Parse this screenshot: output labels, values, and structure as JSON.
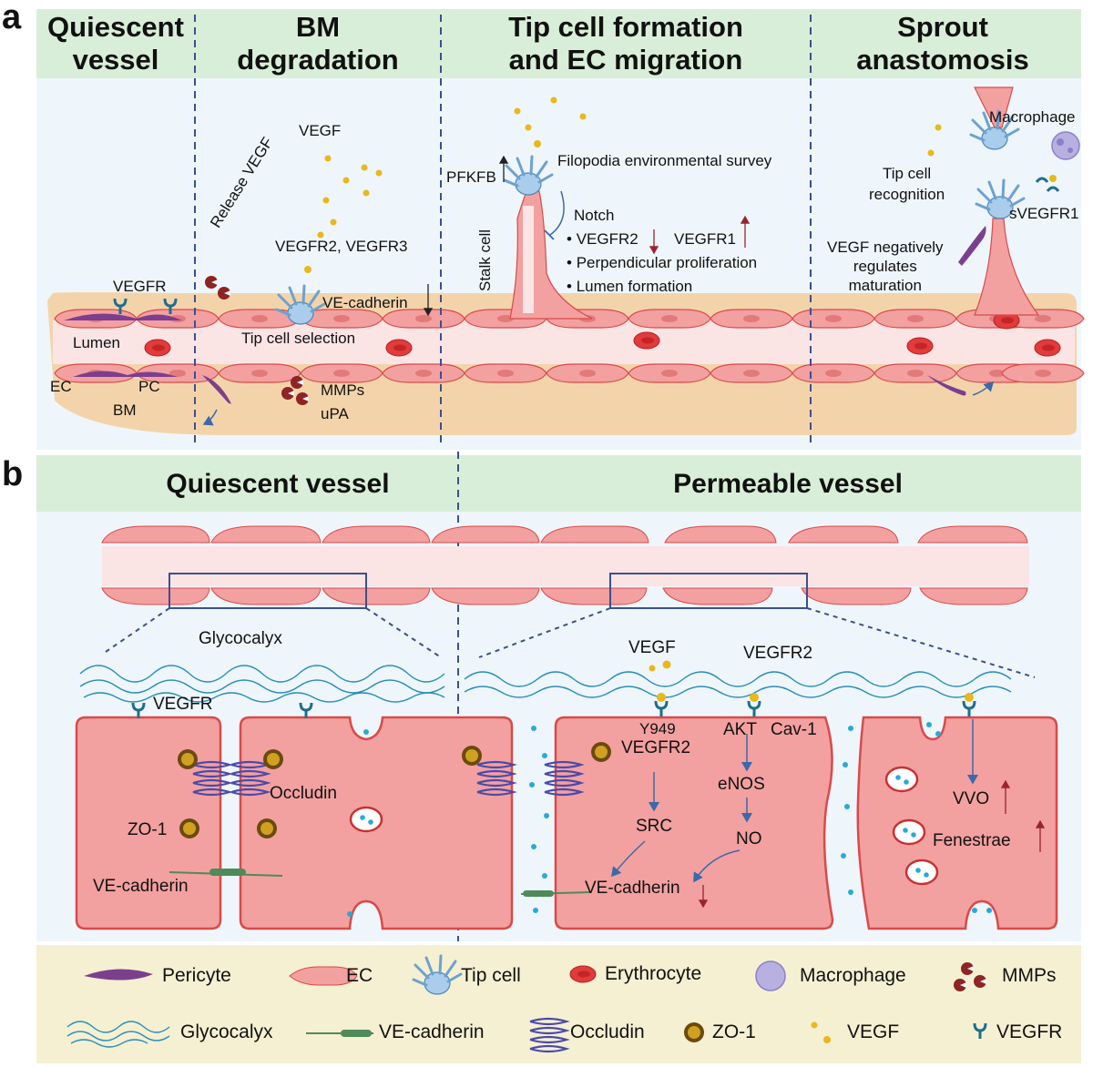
{
  "panel_a": {
    "letter": "a",
    "headers": [
      "Quiescent vessel",
      "BM degradation",
      "Tip cell formation and EC migration",
      "Sprout anastomosis"
    ],
    "header_lines": [
      [
        "Quiescent",
        "vessel"
      ],
      [
        "BM",
        "degradation"
      ],
      [
        "Tip cell formation",
        "and EC migration"
      ],
      [
        "Sprout",
        "anastomosis"
      ]
    ],
    "labels": {
      "vegfr": "VEGFR",
      "lumen": "Lumen",
      "ec": "EC",
      "pc": "PC",
      "bm": "BM",
      "release_vegf": "Release VEGF",
      "vegf": "VEGF",
      "vegfr2_vegfr3": "VEGFR2, VEGFR3",
      "ve_cadherin": "VE-cadherin",
      "tip_cell_selection": "Tip cell selection",
      "mmps": "MMPs",
      "upa": "uPA",
      "pfkfb": "PFKFB",
      "filopodia": "Filopodia environmental survey",
      "stalk_cell": "Stalk cell",
      "notch": "Notch",
      "vegfr2": "VEGFR2",
      "vegfr1": "VEGFR1",
      "perp_prolif": "Perpendicular proliferation",
      "lumen_formation": "Lumen formation",
      "macrophage": "Macrophage",
      "tip_cell_recognition_1": "Tip cell",
      "tip_cell_recognition_2": "recognition",
      "svegfr1": "sVEGFR1",
      "vegf_neg_1": "VEGF negatively",
      "vegf_neg_2": "regulates",
      "vegf_neg_3": "maturation"
    }
  },
  "panel_b": {
    "letter": "b",
    "headers": [
      "Quiescent vessel",
      "Permeable vessel"
    ],
    "labels": {
      "glycocalyx": "Glycocalyx",
      "vegfr": "VEGFR",
      "occludin": "Occludin",
      "zo1": "ZO-1",
      "ve_cadherin": "VE-cadherin",
      "vegf": "VEGF",
      "vegfr2_top": "VEGFR2",
      "y949": "Y949",
      "vegfr2": "VEGFR2",
      "akt": "AKT",
      "cav1": "Cav-1",
      "enos": "eNOS",
      "src": "SRC",
      "no": "NO",
      "ve_cadherin_2": "VE-cadherin",
      "vvo": "VVO",
      "fenestrae": "Fenestrae"
    }
  },
  "legend": [
    {
      "icon": "pericyte-icon",
      "label": "Pericyte"
    },
    {
      "icon": "ec-icon",
      "label": "EC"
    },
    {
      "icon": "tip-cell-icon",
      "label": "Tip cell"
    },
    {
      "icon": "erythrocyte-icon",
      "label": "Erythrocyte"
    },
    {
      "icon": "macrophage-icon",
      "label": "Macrophage"
    },
    {
      "icon": "mmps-icon",
      "label": "MMPs"
    },
    {
      "icon": "glycocalyx-icon",
      "label": "Glycocalyx"
    },
    {
      "icon": "ve-cadherin-icon",
      "label": "VE-cadherin"
    },
    {
      "icon": "occludin-icon",
      "label": "Occludin"
    },
    {
      "icon": "zo1-icon",
      "label": "ZO-1"
    },
    {
      "icon": "vegf-icon",
      "label": "VEGF"
    },
    {
      "icon": "vegfr-icon",
      "label": "VEGFR"
    }
  ],
  "colors": {
    "header_bg": "#d9eed8",
    "panel_bg": "#eef6fb",
    "ec_fill": "#f08a8a",
    "ec_stroke": "#d94a4a",
    "lumen": "#fbe0e0",
    "bm": "#f3d4aa",
    "pericyte": "#7c3f8e",
    "tip_cell": "#a9cdea",
    "vegf": "#e8b81c",
    "vegfr": "#1f6e8c",
    "legend_bg": "#f5f0d2",
    "arrow_up": "#9a2330"
  }
}
